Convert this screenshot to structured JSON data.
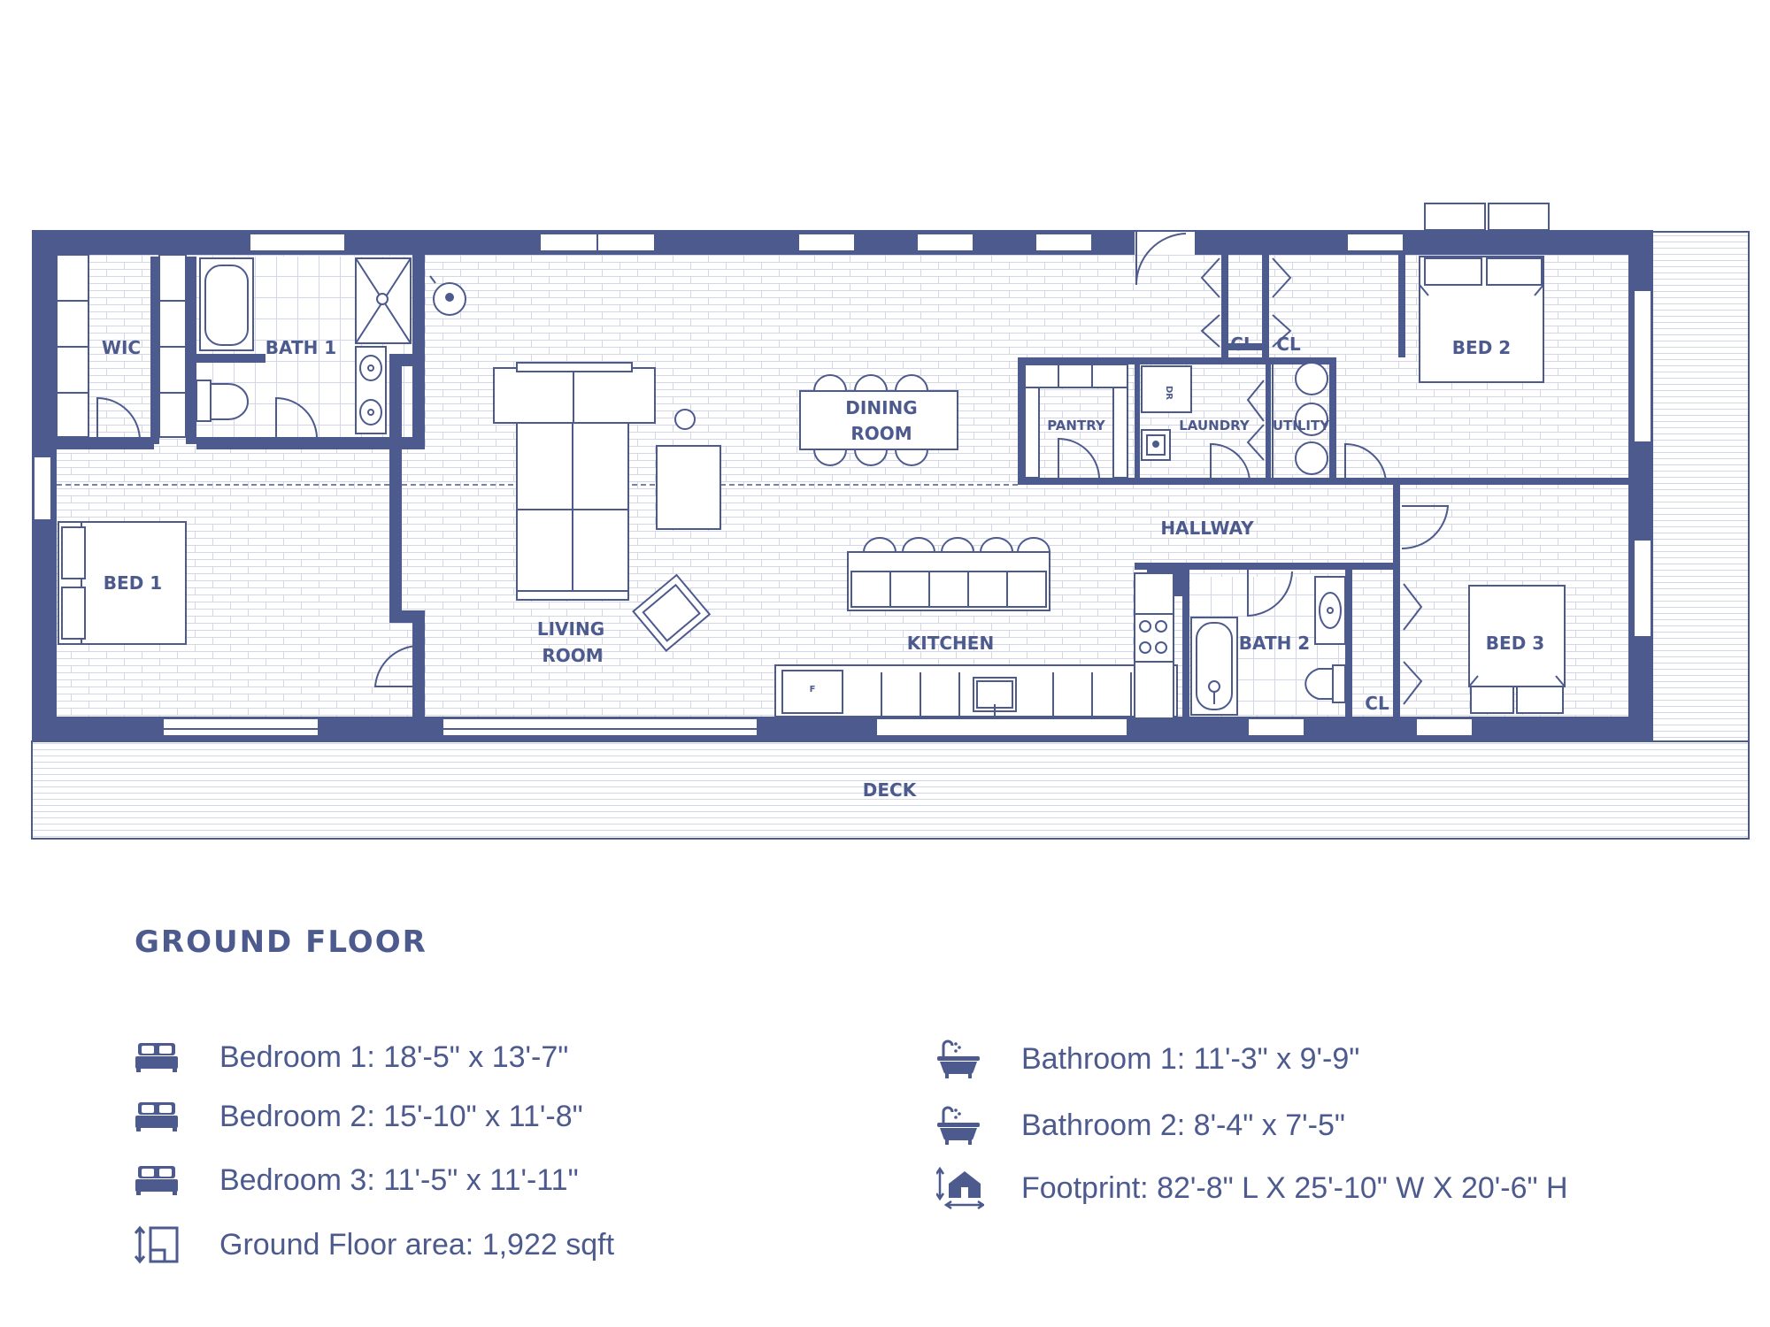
{
  "colors": {
    "wall": "#4d5a8e",
    "line": "#4d5a8e",
    "grid": "#c9cde0",
    "background": "#ffffff"
  },
  "rooms": {
    "wic": "WIC",
    "bath1": "BATH 1",
    "bed1": "BED 1",
    "living_line1": "LIVING",
    "living_line2": "ROOM",
    "dining_line1": "DINING",
    "dining_line2": "ROOM",
    "kitchen": "KITCHEN",
    "pantry": "PANTRY",
    "laundry": "LAUNDRY",
    "utility": "UTILITY",
    "dryer": "DR",
    "fridge": "F",
    "cl_top_left": "CL",
    "cl_top_right": "CL",
    "cl_bottom": "CL",
    "hallway": "HALLWAY",
    "bath2": "BATH 2",
    "bed2": "BED 2",
    "bed3": "BED 3",
    "deck": "DECK"
  },
  "legend": {
    "title": "GROUND FLOOR",
    "items": [
      {
        "icon": "bed-icon",
        "text": "Bedroom 1: 18'-5\" x 13'-7\""
      },
      {
        "icon": "bed-icon",
        "text": "Bedroom 2: 15'-10\" x 11'-8\""
      },
      {
        "icon": "bed-icon",
        "text": "Bedroom 3: 11'-5\" x 11'-11\""
      },
      {
        "icon": "floor-area-icon",
        "text": "Ground Floor area: 1,922 sqft"
      },
      {
        "icon": "bathtub-icon",
        "text": "Bathroom 1: 11'-3\" x 9'-9\""
      },
      {
        "icon": "bathtub-icon",
        "text": "Bathroom 2: 8'-4\" x 7'-5\""
      },
      {
        "icon": "house-dimensions-icon",
        "text": "Footprint: 82'-8\" L X 25'-10\" W X 20'-6\" H"
      }
    ]
  }
}
